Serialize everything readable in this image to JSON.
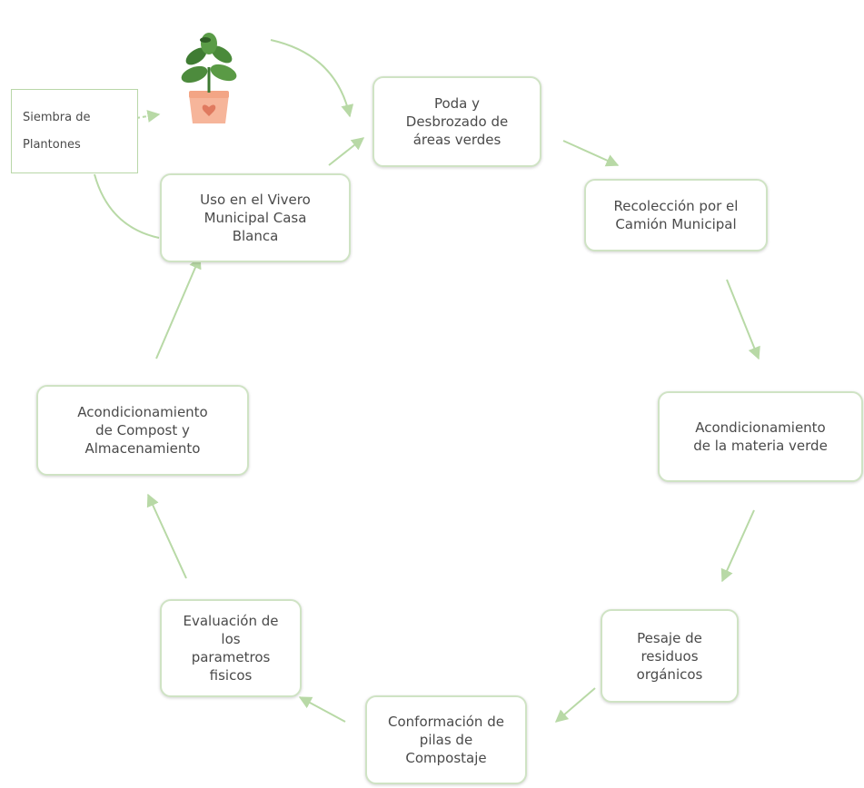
{
  "colors": {
    "arrow": "#b8d9a6",
    "border": "#cfe3c4",
    "text": "#4a4a4a"
  },
  "plant": {
    "icon": "potted-plant-icon"
  },
  "nodes": {
    "siembra": "Siembra de\nPlantones",
    "poda": "Poda y\nDesbrozado de\náreas verdes",
    "recoleccion": "Recolección por el\nCamión Municipal",
    "acondicionamiento_materia": "Acondicionamiento\nde la materia verde",
    "pesaje": "Pesaje de\nresiduos\norgánicos",
    "conformacion": "Conformación de\npilas de\nCompostaje",
    "evaluacion": "Evaluación de\nlos\nparametros\nfisicos",
    "acondicionamiento_compost": "Acondicionamiento\nde Compost y\nAlmacenamiento",
    "uso_vivero": "Uso en el Vivero\nMunicipal Casa\nBlanca"
  }
}
